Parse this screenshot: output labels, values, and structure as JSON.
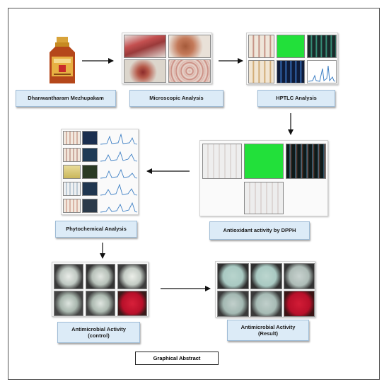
{
  "nodes": {
    "product": "Dhanwantharam Mezhupakam",
    "microscopic": "Microscopic Analysis",
    "hptlc": "HPTLC Analysis",
    "antioxidant": "Antioxidant activity by DPPH",
    "phytochemical": "Phytochemical Analysis",
    "antimicrobial_control": "Antimicrobial Activity\n(control)",
    "antimicrobial_result": "Antimicrobial Activity\n(Result)"
  },
  "caption": "Graphical Abstract",
  "colors": {
    "label_fill": "#dcebf7",
    "tlc_green": "#22e03a",
    "agar_teal": "#a9c9c2",
    "agar_red": "#b8102a",
    "chart_blue": "#3d7fc4"
  }
}
